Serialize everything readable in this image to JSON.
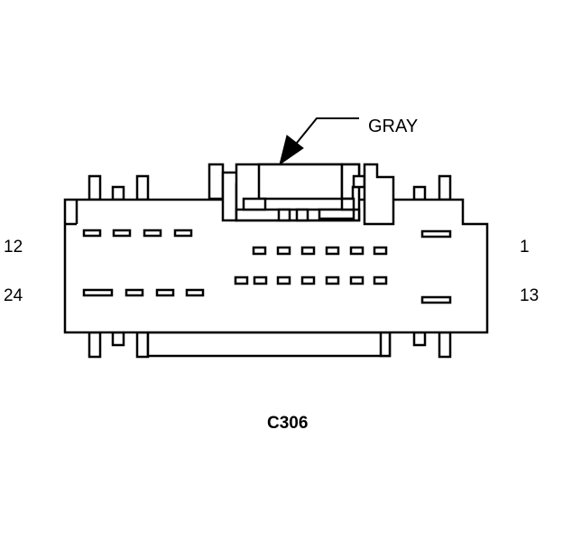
{
  "connector": {
    "id": "C306",
    "color": "GRAY"
  },
  "pin_labels": {
    "top_left": "12",
    "bottom_left": "24",
    "top_right": "1",
    "bottom_right": "13"
  },
  "colors": {
    "line": "#000000",
    "background": "#ffffff"
  }
}
